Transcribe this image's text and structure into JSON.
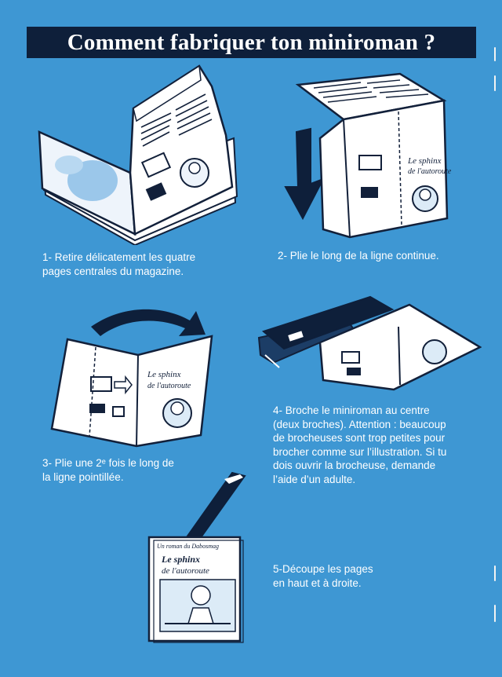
{
  "page": {
    "title": "Comment fabriquer ton miniroman ?"
  },
  "booklet": {
    "cover_top": "Un roman du Dabosmag",
    "cover_title_line1": "Le sphinx",
    "cover_title_line2": "de l'autoroute"
  },
  "steps": [
    {
      "lines": [
        "1- Retire délicatement les quatre",
        "pages centrales du magazine."
      ]
    },
    {
      "lines": [
        "2- Plie le long de la ligne continue."
      ]
    },
    {
      "lines": [
        "3- Plie une 2ᵉ fois le long de",
        "la ligne pointillée."
      ]
    },
    {
      "lines": [
        "4- Broche le miniroman au centre",
        "(deux broches). Attention : beaucoup",
        "de brocheuses sont trop petites pour",
        "brocher comme sur l’illustration. Si tu",
        "dois ouvrir  la brocheuse, demande",
        "l’aide d’un adulte."
      ]
    },
    {
      "lines": [
        "5-Découpe les pages",
        "en haut et à droite."
      ]
    }
  ],
  "colors": {
    "background": "#3e97d3",
    "title_bar": "#0e1f3a",
    "text": "#ffffff",
    "ink": "#12203a"
  }
}
